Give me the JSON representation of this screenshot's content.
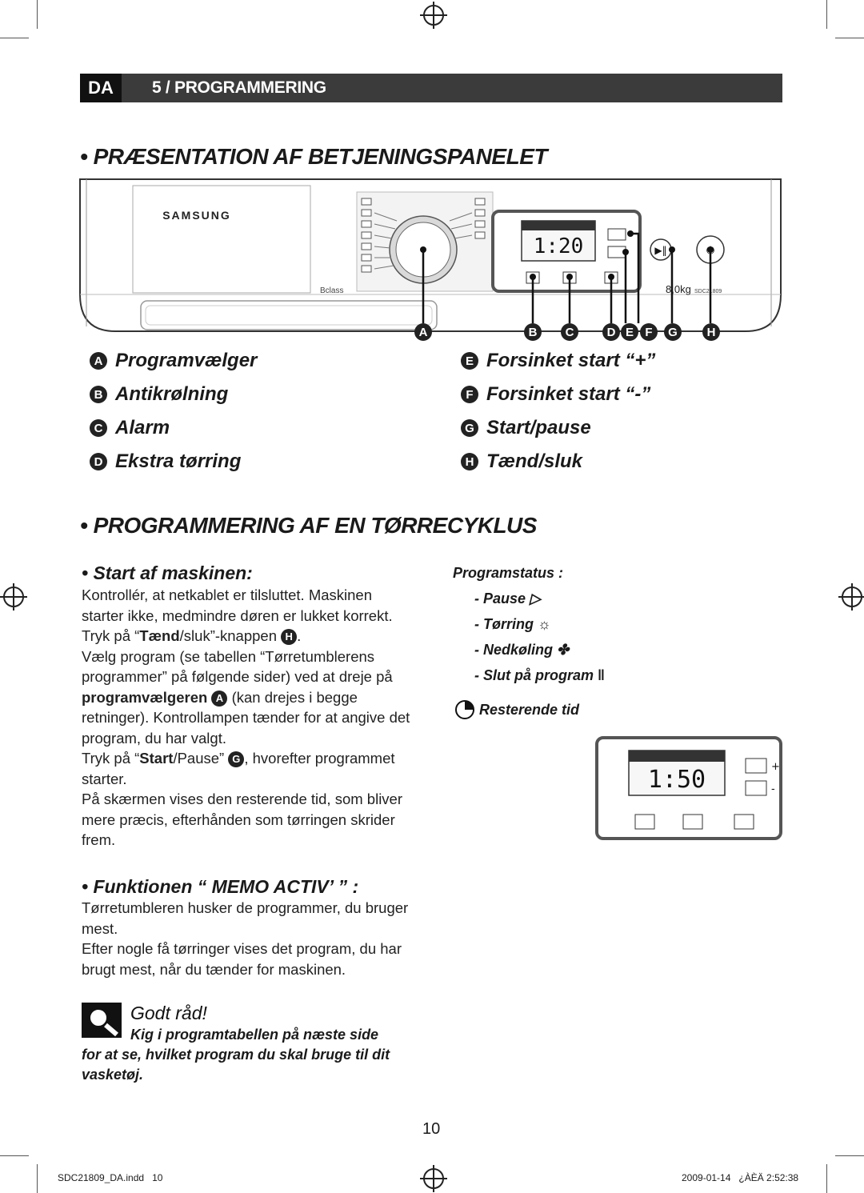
{
  "header": {
    "lang": "DA",
    "chapter": "5 / PROGRAMMERING"
  },
  "section1": {
    "title": "• PRÆSENTATION AF BETJENINGSPANELET"
  },
  "panel": {
    "brand": "SAMSUNG",
    "class_label": "Bclass",
    "display_time": "1:20",
    "capacity": "8,0kg",
    "model_code": "SDC21809",
    "callouts": [
      "A",
      "B",
      "C",
      "D",
      "E",
      "F",
      "G",
      "H"
    ]
  },
  "legend": [
    {
      "letter": "A",
      "label": "Programvælger"
    },
    {
      "letter": "B",
      "label": "Antikrølning"
    },
    {
      "letter": "C",
      "label": "Alarm"
    },
    {
      "letter": "D",
      "label": "Ekstra tørring"
    },
    {
      "letter": "E",
      "label": "Forsinket start “+”"
    },
    {
      "letter": "F",
      "label": "Forsinket start “-”"
    },
    {
      "letter": "G",
      "label": "Start/pause"
    },
    {
      "letter": "H",
      "label": "Tænd/sluk"
    }
  ],
  "section2": {
    "title": "• PROGRAMMERING AF EN TØRRECYKLUS"
  },
  "start": {
    "heading": "• Start af maskinen:",
    "p1": "Kontrollér, at netkablet er tilsluttet. Maskinen starter ikke, medmindre døren er lukket korrekt.",
    "p2_pre": "Tryk på “",
    "p2_bold": "Tænd",
    "p2_mid": "/sluk”-knappen",
    "p2_letter": "H",
    "p2_end": ".",
    "p3a": "Vælg program (se tabellen “Tørretumblerens programmer” på følgende sider) ved at dreje på ",
    "p3_bold": "programvælgeren",
    "p3_letter": "A",
    "p3b": " (kan drejes i begge retninger). Kontrollampen tænder for at angive det program, du har valgt.",
    "p4_pre": "Tryk på “",
    "p4_bold": "Start",
    "p4_mid": "/Pause”",
    "p4_letter": "G",
    "p4_end": ", hvorefter programmet starter.",
    "p5": "På skærmen vises den resterende tid, som bliver mere præcis, efterhånden som tørringen skrider frem."
  },
  "memo": {
    "heading": "• Funktionen “ MEMO ACTIV’ ” :",
    "p1": "Tørretumbleren husker de programmer, du bruger mest.",
    "p2": "Efter nogle få tørringer vises det program, du har brugt mest, når du tænder for maskinen."
  },
  "tip": {
    "heading": "Godt råd!",
    "text_line1": "Kig i programtabellen på næste side",
    "text_rest": "for at se, hvilket program du skal bruge til dit vasketøj."
  },
  "status": {
    "title": "Programstatus :",
    "items": [
      "- Pause",
      "- Tørring",
      "- Nedkøling",
      "- Slut på program"
    ],
    "remaining": "Resterende tid",
    "display_time": "1:50"
  },
  "footer": {
    "page": "10",
    "file": "SDC21809_DA.indd   10",
    "stamp": "2009-01-14   ¿ÀÈÄ 2:52:38"
  }
}
